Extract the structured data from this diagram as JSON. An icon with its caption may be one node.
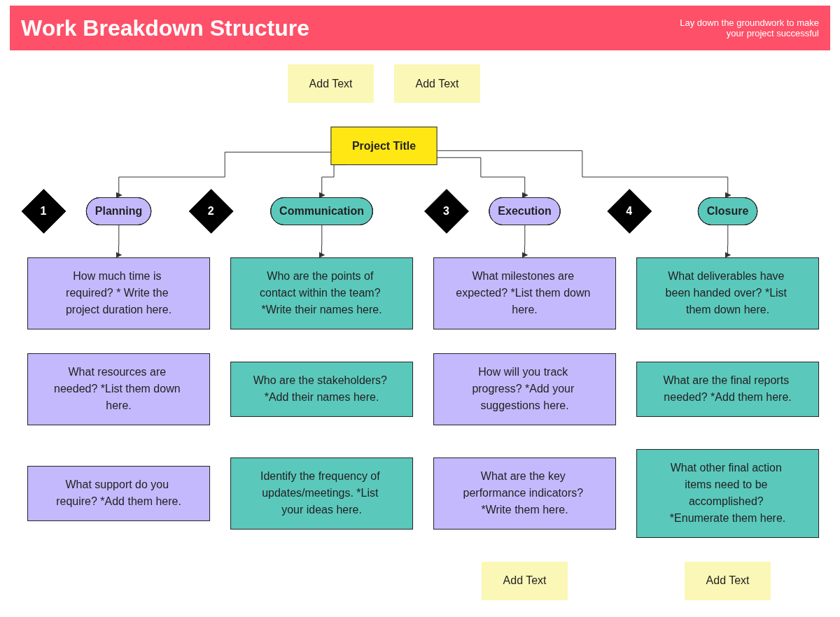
{
  "diagram": {
    "title": "Work Breakdown Structure",
    "nodes": [
      {
        "text": [
          "Add Text"
        ]
      },
      {
        "text": [
          "Add Text"
        ]
      },
      {
        "text": [
          "Project Title"
        ]
      },
      {
        "text": [
          "1"
        ]
      },
      {
        "text": [
          "Planning"
        ]
      },
      {
        "text": [
          "2"
        ]
      },
      {
        "text": [
          "Communication"
        ]
      },
      {
        "text": [
          "3"
        ]
      },
      {
        "text": [
          "Execution"
        ]
      },
      {
        "text": [
          "4"
        ]
      },
      {
        "text": [
          "Closure"
        ]
      },
      {
        "text": [
          "How much time is required? * Write the project duration here."
        ]
      },
      {
        "text": [
          "Who are the points of contact within the team? *Write their names here."
        ]
      },
      {
        "text": [
          "What milestones are expected? *List them down here."
        ]
      },
      {
        "text": [
          "What deliverables have been handed over? *List them down here."
        ]
      },
      {
        "text": [
          "What resources are needed? *List them down here."
        ]
      },
      {
        "text": [
          "Who are the stakeholders? *Add their names here."
        ]
      },
      {
        "text": [
          "How will you track progress? *Add your suggestions here."
        ]
      },
      {
        "text": [
          "What are the final reports needed? *Add them here."
        ]
      },
      {
        "text": [
          "What support do you require? *Add them here."
        ]
      },
      {
        "text": [
          "Identify the frequency of updates/meetings. *List your ideas here."
        ]
      },
      {
        "text": [
          "What are the key performance indicators? *Write them here."
        ]
      },
      {
        "text": [
          "What other final action items need to be accomplished? *Enumerate them here."
        ]
      },
      {
        "text": [
          "Add Text"
        ]
      },
      {
        "text": [
          "Add Text"
        ]
      }
    ],
    "edges": [
      {
        "from": 2,
        "to": 4,
        "arrow": "to"
      },
      {
        "from": 2,
        "to": 6,
        "arrow": "to"
      },
      {
        "from": 2,
        "to": 8,
        "arrow": "to"
      },
      {
        "from": 2,
        "to": 10,
        "arrow": "to"
      },
      {
        "from": 4,
        "to": 11,
        "arrow": "to"
      },
      {
        "from": 6,
        "to": 12,
        "arrow": "to"
      },
      {
        "from": 8,
        "to": 13,
        "arrow": "to"
      },
      {
        "from": 10,
        "to": 14,
        "arrow": "to"
      }
    ],
    "labels": [
      "Lay down the groundwork to make your project successful"
    ]
  }
}
